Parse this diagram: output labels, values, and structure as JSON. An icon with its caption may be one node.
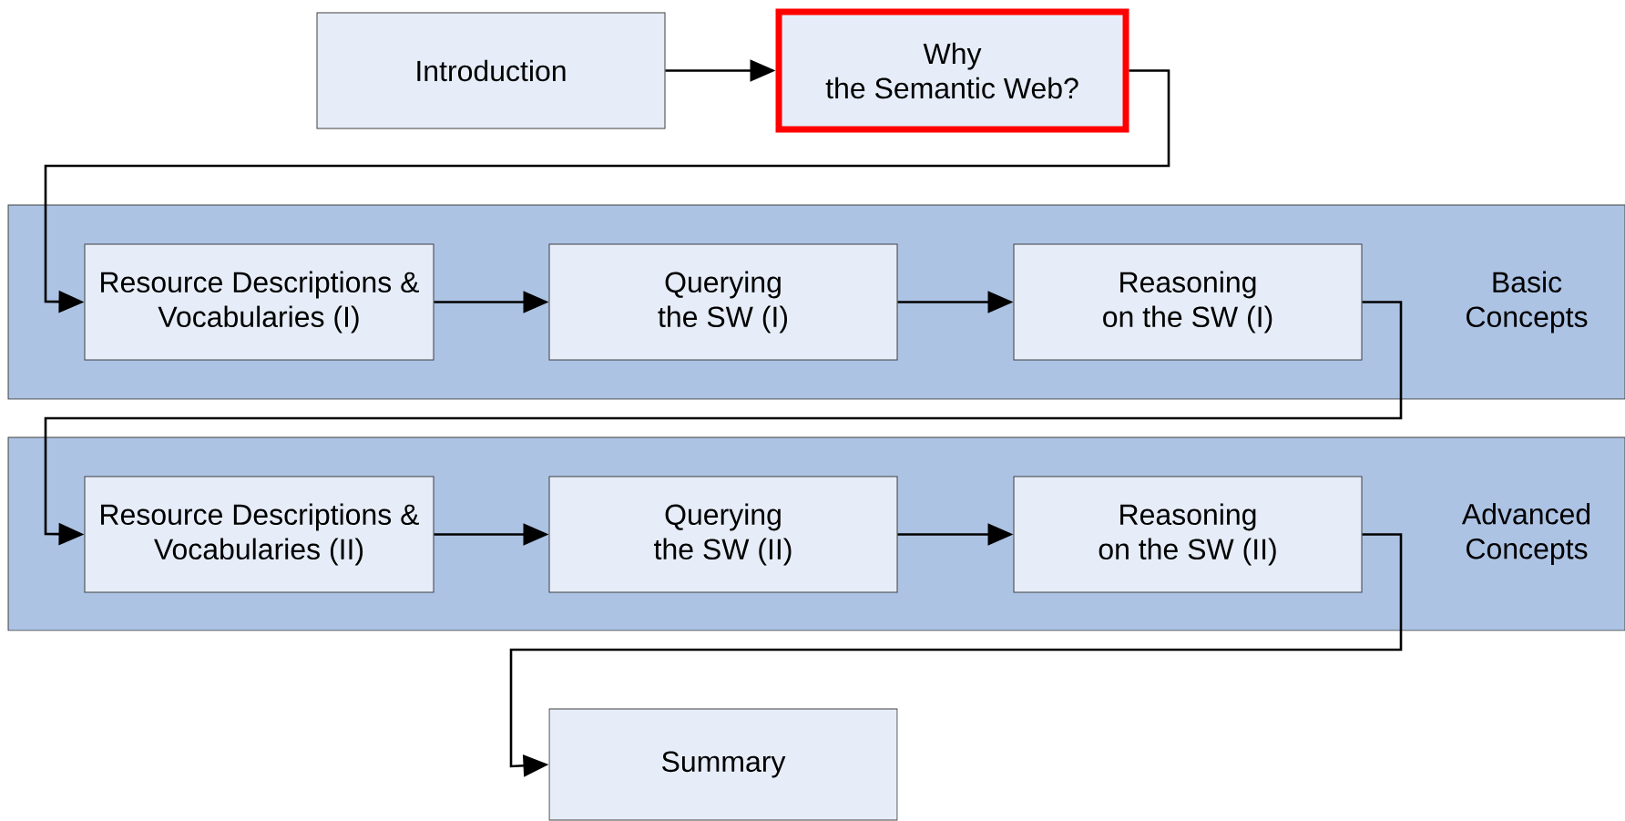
{
  "diagram": {
    "nodes": [
      {
        "text": [
          "Introduction"
        ]
      },
      {
        "text": [
          "Why the Semantic Web?"
        ]
      },
      {
        "text": [
          "Basic Concepts"
        ]
      },
      {
        "text": [
          "Resource Descriptions & Vocabularies (I)"
        ],
        "in": 2
      },
      {
        "text": [
          "Querying the SW (I)"
        ],
        "in": 2
      },
      {
        "text": [
          "Reasoning on the SW (I)"
        ],
        "in": 2
      },
      {
        "text": [
          "Advanced Concepts"
        ]
      },
      {
        "text": [
          "Resource Descriptions & Vocabularies (II)"
        ],
        "in": 6
      },
      {
        "text": [
          "Querying the SW (II)"
        ],
        "in": 6
      },
      {
        "text": [
          "Reasoning on the SW (II)"
        ],
        "in": 6
      },
      {
        "text": [
          "Summary"
        ]
      }
    ],
    "edges": [
      {
        "from": 0,
        "to": 1,
        "arrow": "to"
      },
      {
        "from": 1,
        "to": 3,
        "arrow": "to"
      },
      {
        "from": 3,
        "to": 4,
        "arrow": "to"
      },
      {
        "from": 4,
        "to": 5,
        "arrow": "to"
      },
      {
        "from": 5,
        "to": 7,
        "arrow": "to"
      },
      {
        "from": 7,
        "to": 8,
        "arrow": "to"
      },
      {
        "from": 8,
        "to": 9,
        "arrow": "to"
      },
      {
        "from": 9,
        "to": 10,
        "arrow": "to"
      }
    ]
  }
}
